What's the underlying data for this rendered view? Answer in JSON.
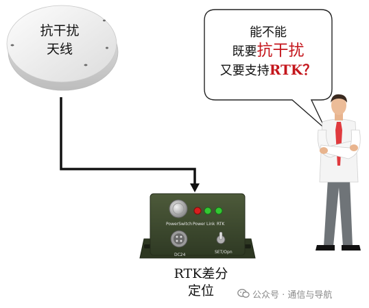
{
  "antenna": {
    "label_line1": "抗干扰",
    "label_line2": "天线"
  },
  "bubble": {
    "line1": "能不能",
    "line2_prefix": "既要",
    "line2_highlight": "抗干扰",
    "line3_prefix": "又要支持",
    "line3_highlight": "RTK？"
  },
  "device": {
    "label_powerswitch": "PowerSwitch",
    "label_power": "Power",
    "label_link": "Link",
    "label_rtk": "RTK",
    "label_dc24": "DC24",
    "label_setopn": "SET/Opn",
    "caption_line1": "RTK差分",
    "caption_line2": "定位"
  },
  "watermark": {
    "text": "公众号 · 通信与导航",
    "icon": "wechat-icon"
  },
  "colors": {
    "highlight": "#c4161c",
    "device_body": "#3d4a2e",
    "cable": "#111111"
  }
}
